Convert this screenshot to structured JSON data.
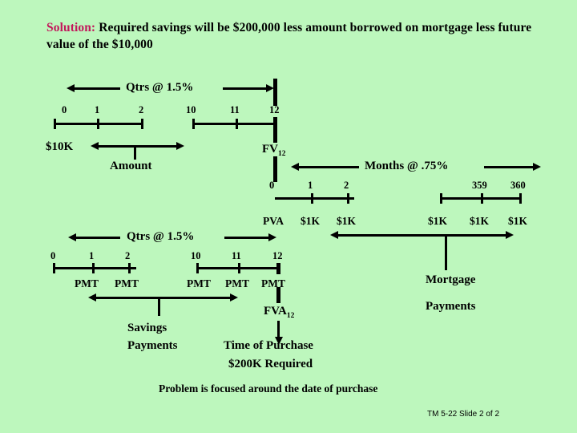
{
  "slide": {
    "background_color": "#bdf7bd",
    "accent_color": "#c2185b",
    "heading": {
      "label": "Solution:",
      "line1": "Required savings will be $200,000 less amount borrowed on",
      "line2": "mortgage less future value of the $10,000"
    },
    "footer": "TM 5-22  Slide 2 of 2",
    "conclusion": "Problem is focused around the date of purchase"
  },
  "timeline_top": {
    "axis_label": "Qtrs @ 1.5%",
    "period_labels": [
      "0",
      "1",
      "2",
      "10",
      "11",
      "12"
    ],
    "left_label": "$10K",
    "right_label": "FV",
    "right_label_sub": "12",
    "bracket_label": "Amount"
  },
  "timeline_middle": {
    "axis_label": "Months @ .75%",
    "period_labels": [
      "0",
      "1",
      "2",
      "359",
      "360"
    ],
    "cash_flow_labels": [
      "PVA",
      "$1K",
      "$1K",
      "$1K",
      "$1K",
      "$1K"
    ],
    "bracket_label_line1": "Mortgage",
    "bracket_label_line2": "Payments"
  },
  "timeline_bottom": {
    "axis_label": "Qtrs @ 1.5%",
    "period_labels": [
      "0",
      "1",
      "2",
      "10",
      "11",
      "12"
    ],
    "cash_flow_labels": [
      "PMT",
      "PMT",
      "PMT",
      "PMT",
      "PMT"
    ],
    "fva_label": "FVA",
    "fva_sub": "12",
    "bracket_label_line1": "Savings",
    "bracket_label_line2": "Payments",
    "purchase_label_line1": "Time of Purchase",
    "purchase_label_line2": "$200K Required"
  }
}
